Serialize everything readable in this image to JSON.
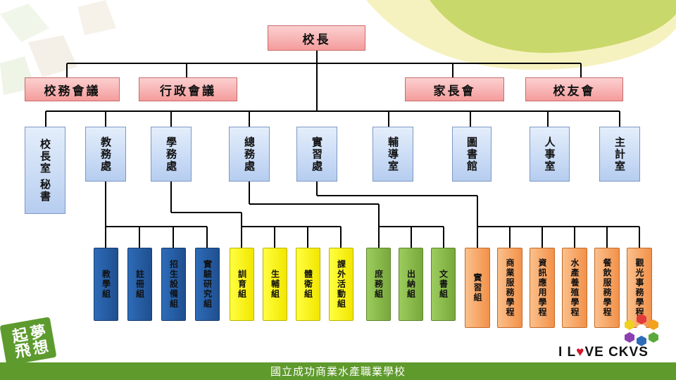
{
  "colors": {
    "head_pink": "#f59c9c",
    "dept_blue": "#b6cdf0",
    "leaf_blue": "#2e6bb8",
    "leaf_yellow": "#ffff40",
    "leaf_green": "#9ccc5c",
    "leaf_orange": "#f2914a",
    "footer_green": "#5f9a2c"
  },
  "principal": "校長",
  "councils": [
    "校務會議",
    "行政會議",
    "家長會",
    "校友會"
  ],
  "offices": {
    "principal_office": "校長室",
    "principal_office_sub": "秘書",
    "academic": "教務處",
    "student": "學務處",
    "general": "總務處",
    "practice": "實習處",
    "counsel": "輔導室",
    "library": "圖書館",
    "personnel": "人事室",
    "accounting": "主計室"
  },
  "academic_units": [
    "教學組",
    "註冊組",
    "招生設備組",
    "實驗研究組"
  ],
  "student_units": [
    "訓育組",
    "生輔組",
    "體衛組",
    "課外活動組"
  ],
  "general_units": [
    "庶務組",
    "出納組",
    "文書組"
  ],
  "practice_units": [
    "實習組",
    "商業服務學程",
    "資訊應用學程",
    "水產養殖學程",
    "餐飲服務學程",
    "觀光事務學程"
  ],
  "footer": "國立成功商業水產職業學校",
  "slogan": "夢想起飛",
  "brand": {
    "pre": "I L",
    "heart": "♥",
    "post": "VE CKVS"
  }
}
